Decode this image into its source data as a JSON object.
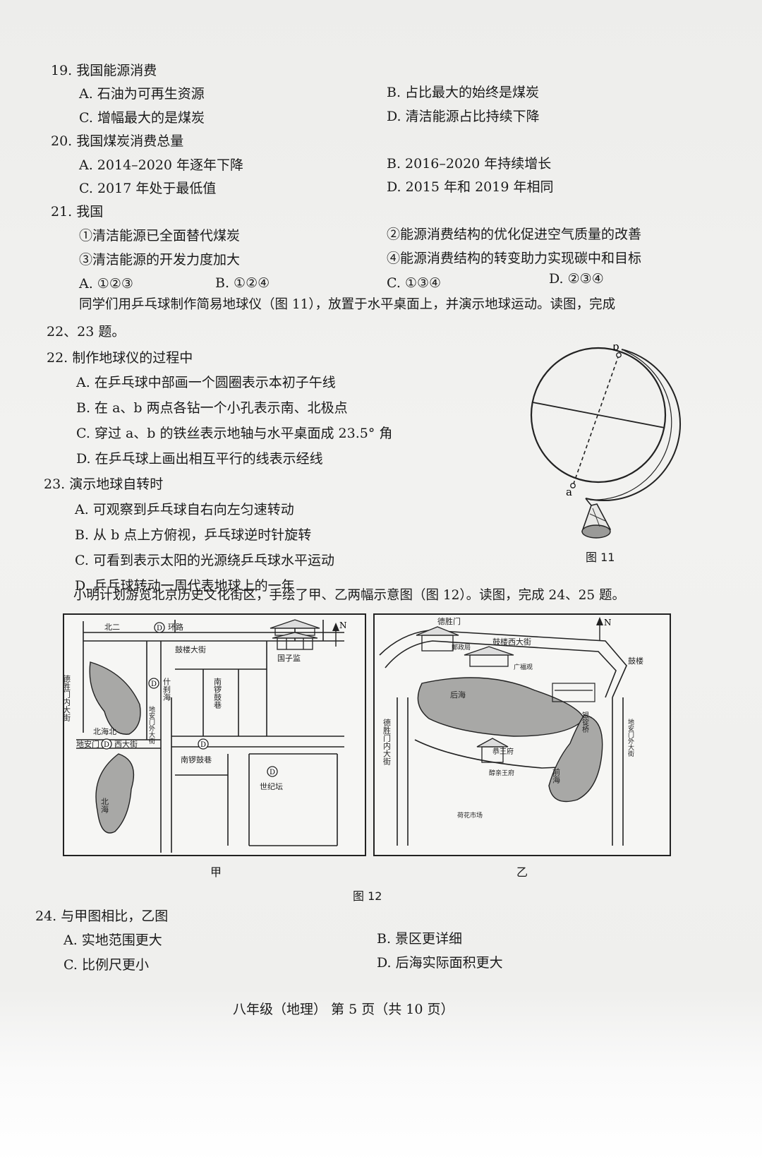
{
  "q19": {
    "stem": "19. 我国能源消费",
    "A": "A. 石油为可再生资源",
    "B": "B. 占比最大的始终是煤炭",
    "C": "C. 增幅最大的是煤炭",
    "D": "D. 清洁能源占比持续下降"
  },
  "q20": {
    "stem": "20. 我国煤炭消费总量",
    "A": "A. 2014–2020 年逐年下降",
    "B": "B. 2016–2020 年持续增长",
    "C": "C. 2017 年处于最低值",
    "D": "D. 2015 年和 2019 年相同"
  },
  "q21": {
    "stem": "21. 我国",
    "s1": "①清洁能源已全面替代煤炭",
    "s2": "②能源消费结构的优化促进空气质量的改善",
    "s3": "③清洁能源的开发力度加大",
    "s4": "④能源消费结构的转变助力实现碳中和目标",
    "A": "A. ①②③",
    "B": "B. ①②④",
    "C": "C. ①③④",
    "D": "D. ②③④"
  },
  "intro2223": {
    "line1": "同学们用乒乓球制作简易地球仪（图 11），放置于水平桌面上，并演示地球运动。读图，完成",
    "line2": "22、23 题。"
  },
  "q22": {
    "stem": "22. 制作地球仪的过程中",
    "A": "A. 在乒乓球中部画一个圆圈表示本初子午线",
    "B": "B. 在 a、b 两点各钻一个小孔表示南、北极点",
    "C": "C. 穿过 a、b 的铁丝表示地轴与水平桌面成 23.5° 角",
    "D": "D. 在乒乓球上画出相互平行的线表示经线"
  },
  "q23": {
    "stem": "23. 演示地球自转时",
    "A": "A. 可观察到乒乓球自右向左匀速转动",
    "B": "B. 从 b 点上方俯视，乒乓球逆时针旋转",
    "C": "C. 可看到表示太阳的光源绕乒乓球水平运动",
    "D": "D. 乒乓球转动一周代表地球上的一年"
  },
  "fig11": {
    "caption": "图 11",
    "label_a": "a",
    "label_b": "b"
  },
  "intro2425": "小明计划游览北京历史文化街区，手绘了甲、乙两幅示意图（图 12）。读图，完成 24、25 题。",
  "fig12": {
    "caption": "图 12",
    "map_jia": {
      "label": "甲",
      "north": "N",
      "bei_er": "北二",
      "huan_lu": "环路",
      "gulou_dajie": "鼓楼大街",
      "guozijian": "国子监",
      "deshengmen_neidajie": "德胜门内大街",
      "shichahai": "什刹海",
      "nanluoguxiang_v": "南锣鼓巷",
      "dianmen_wai": "地安门外大街",
      "beihai_bei": "北海北",
      "dianmen_xidajie_1": "地安门",
      "dianmen_xidajie_2": "西大街",
      "nanluoguxiang_h": "南锣鼓巷",
      "beihai": "北海",
      "shijiajie": "世纪坛",
      "metro": "D"
    },
    "map_yi": {
      "label": "乙",
      "north": "N",
      "deshengmen": "德胜门",
      "gulou_xidajie": "鼓楼西大街",
      "gulou": "鼓楼",
      "youju": "郵政局",
      "guangfu": "广福观",
      "houhai": "后海",
      "deshengmen_neidajie": "德胜门内大街",
      "yinding": "银锭桥",
      "gongwangfu": "恭王府",
      "qianhai": "前海",
      "dianmen_wai": "地安门外大街",
      "lotus": "荷花市场",
      "pavilion": "醇亲王府"
    }
  },
  "q24": {
    "stem": "24. 与甲图相比，乙图",
    "A": "A. 实地范围更大",
    "B": "B. 景区更详细",
    "C": "C. 比例尺更小",
    "D": "D. 后海实际面积更大"
  },
  "footer": "八年级（地理） 第 5 页（共 10 页）"
}
